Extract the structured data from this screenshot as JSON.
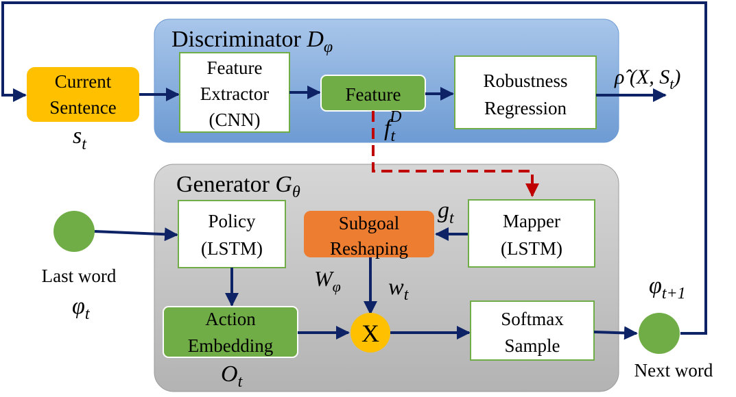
{
  "discriminator": {
    "title": "Discriminator ",
    "symbol": "D",
    "subscript": "φ"
  },
  "generator": {
    "title": "Generator ",
    "symbol": "G",
    "subscript": "θ"
  },
  "nodes": {
    "current_sentence": {
      "line1": "Current",
      "line2": "Sentence"
    },
    "feature_extractor": {
      "line1": "Feature",
      "line2": "Extractor",
      "line3": "(CNN)"
    },
    "feature": {
      "label": "Feature"
    },
    "robustness_regression": {
      "line1": "Robustness",
      "line2": "Regression"
    },
    "policy": {
      "line1": "Policy",
      "line2": "(LSTM)"
    },
    "subgoal_reshaping": {
      "line1": "Subgoal",
      "line2": "Reshaping"
    },
    "mapper": {
      "line1": "Mapper",
      "line2": "(LSTM)"
    },
    "action_embedding": {
      "line1": "Action",
      "line2": "Embedding"
    },
    "multiply": {
      "label": "X"
    },
    "softmax_sample": {
      "line1": "Softmax",
      "line2": "Sample"
    }
  },
  "labels": {
    "s_t": {
      "base": "s",
      "sub": "t"
    },
    "f_t_D": {
      "base": "f",
      "sub": "t",
      "sup": "D"
    },
    "rho_hat": {
      "text": "ρ̂ (X, S",
      "sub": "t",
      "close": ")"
    },
    "g_t": {
      "base": "g",
      "sub": "t"
    },
    "W_phi": {
      "base": "W",
      "sub": "φ"
    },
    "w_t": {
      "base": "w",
      "sub": "t"
    },
    "O_t": {
      "base": "O",
      "sub": "t"
    },
    "phi_t": {
      "base": "φ",
      "sub": "t"
    },
    "phi_t1": {
      "base": "φ",
      "sub": "t+1"
    },
    "last_word": "Last word",
    "next_word": "Next word"
  },
  "colors": {
    "discriminator_bg": "#8fb4e0",
    "generator_bg": "#c4c4c4",
    "orange_node": "#ffc000",
    "subgoal_node": "#ed7d31",
    "green_node": "#70ad47",
    "arrow": "#0d2366",
    "dashed": "#c00000",
    "box_border": "#70ad47"
  }
}
